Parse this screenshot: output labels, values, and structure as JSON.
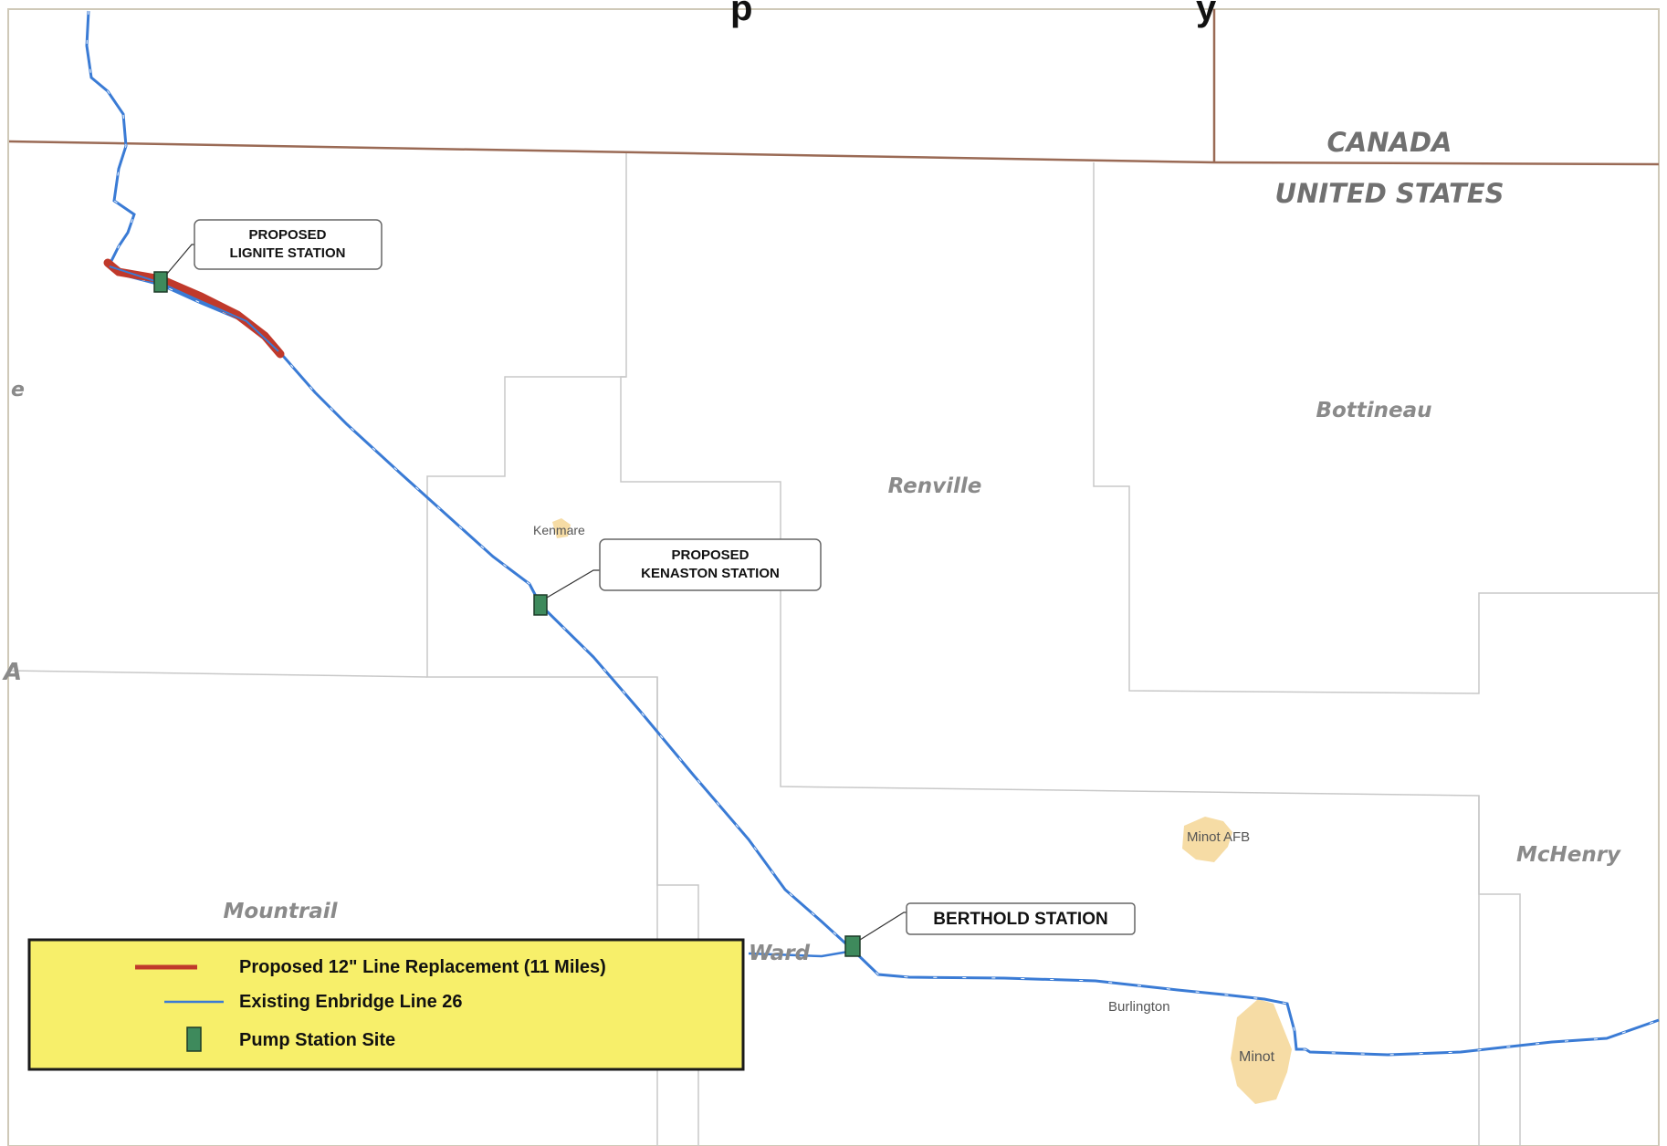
{
  "title_fragment": "...p ... y",
  "countries": {
    "north": "CANADA",
    "south": "UNITED STATES"
  },
  "counties": {
    "renville": "Renville",
    "bottineau": "Bottineau",
    "mountrail": "Mountrail",
    "mchenry": "McHenry",
    "ward": "Ward",
    "left_edge_e": "e",
    "left_edge_a": "A"
  },
  "towns": {
    "kenmare": "Kenmare",
    "minot_afb": "Minot AFB",
    "burlington": "Burlington",
    "minot": "Minot"
  },
  "stations": {
    "lignite_line1": "PROPOSED",
    "lignite_line2": "LIGNITE STATION",
    "kenaston_line1": "PROPOSED",
    "kenaston_line2": "KENASTON STATION",
    "berthold": "BERTHOLD STATION"
  },
  "legend": {
    "replacement": "Proposed 12\" Line Replacement  (11 Miles)",
    "existing": "Existing Enbridge Line 26",
    "pump": "Pump Station Site"
  },
  "colors": {
    "pipeline": "#3a7bd5",
    "replacement": "#c0392b",
    "station": "#3e8a5c",
    "border": "#9a6a55",
    "legend_bg": "#f7ef6a",
    "urban": "#f6dca5"
  }
}
